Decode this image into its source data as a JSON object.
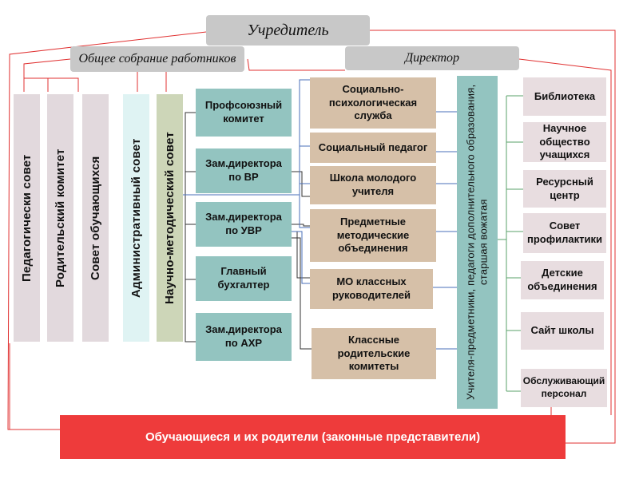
{
  "founder": "Учредитель",
  "general_meeting": "Общее собрание работников",
  "director": "Директор",
  "left_columns": [
    "Педагогически совет",
    "Родительский комитет",
    "Совет обучающихся",
    "Административный совет",
    "Научно-методический совет"
  ],
  "middle_boxes": [
    "Профсоюзный комитет",
    "Зам.директора по ВР",
    "Зам.директора по УВР",
    "Главный бухгалтер",
    "Зам.директора по АХР"
  ],
  "center_boxes": [
    "Социально-психологическая служба",
    "Социальный педагог",
    "Школа молодого учителя",
    "Предметные методические объединения",
    "МО классных руководителей",
    "Классные родительские комитеты"
  ],
  "teachers_column": "Учителя-предметники, педагоги дополнительного образования, старшая вожатая",
  "right_boxes": [
    "Библиотека",
    "Научное общество учащихся",
    "Ресурсный центр",
    "Совет профилактики",
    "Детские объединения",
    "Сайт школы",
    "Обслуживающий персонал"
  ],
  "bottom_bar": "Обучающиеся и их родители (законные представители)"
}
